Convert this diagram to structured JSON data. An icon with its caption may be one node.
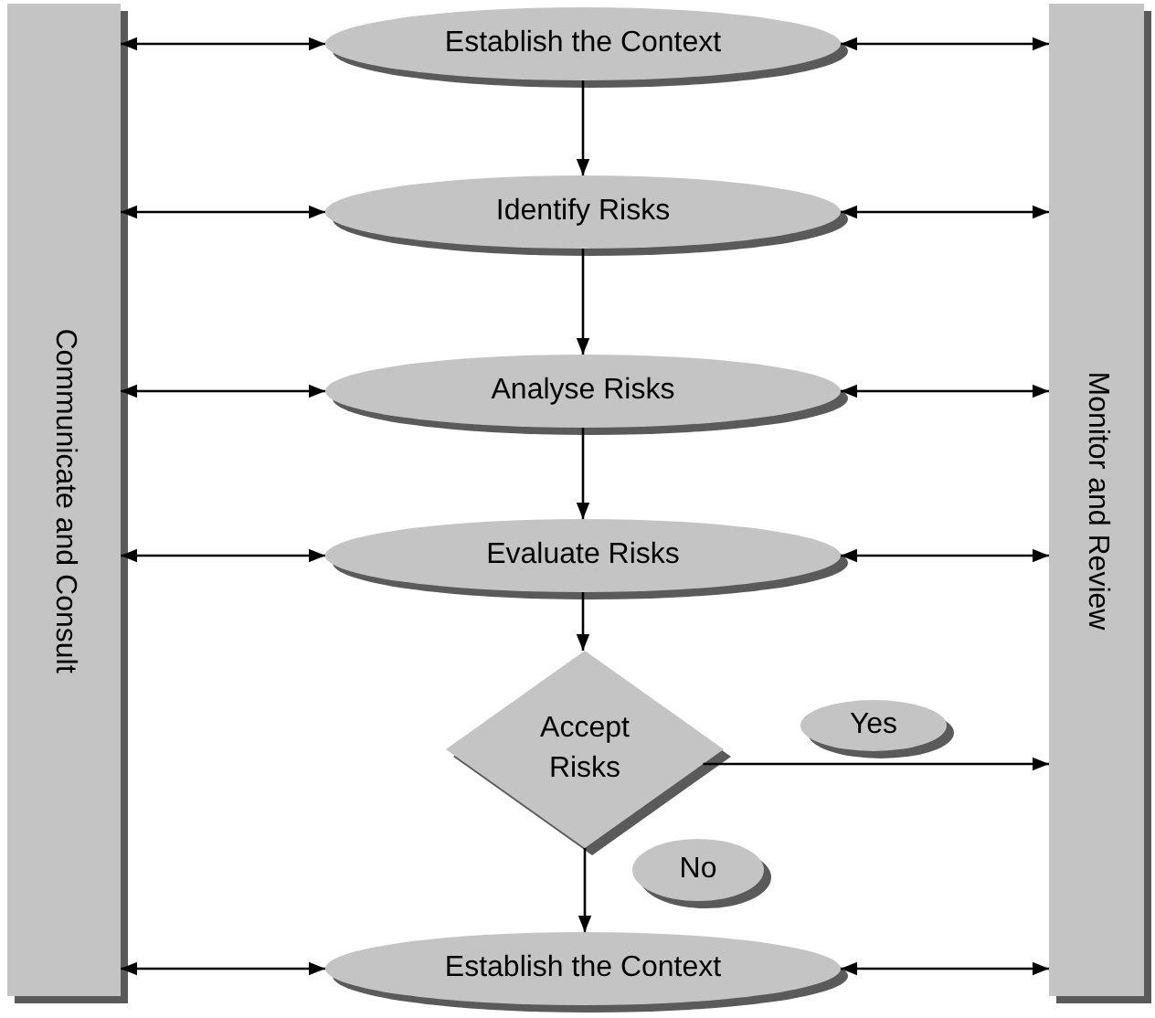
{
  "diagram": {
    "nodes": [
      {
        "text": [
          "Communicate and Consult"
        ]
      },
      {
        "text": [
          "Establish the Context"
        ]
      },
      {
        "text": [
          "Identify Risks"
        ]
      },
      {
        "text": [
          "Analyse Risks"
        ]
      },
      {
        "text": [
          "Evaluate Risks"
        ]
      },
      {
        "text": [
          "Accept Risks"
        ]
      },
      {
        "text": [
          "Yes"
        ]
      },
      {
        "text": [
          "No"
        ]
      },
      {
        "text": [
          "Establish the Context"
        ]
      },
      {
        "text": [
          "Monitor and Review"
        ]
      }
    ],
    "edges": [
      {
        "from": 0,
        "to": 1,
        "arrow": "both"
      },
      {
        "from": 1,
        "to": 9,
        "arrow": "both"
      },
      {
        "from": 1,
        "to": 2,
        "arrow": "to"
      },
      {
        "from": 0,
        "to": 2,
        "arrow": "both"
      },
      {
        "from": 2,
        "to": 9,
        "arrow": "both"
      },
      {
        "from": 2,
        "to": 3,
        "arrow": "to"
      },
      {
        "from": 0,
        "to": 3,
        "arrow": "both"
      },
      {
        "from": 3,
        "to": 9,
        "arrow": "both"
      },
      {
        "from": 3,
        "to": 4,
        "arrow": "to"
      },
      {
        "from": 0,
        "to": 4,
        "arrow": "both"
      },
      {
        "from": 4,
        "to": 9,
        "arrow": "both"
      },
      {
        "from": 4,
        "to": 5,
        "arrow": "to"
      },
      {
        "from": 5,
        "to": 9,
        "arrow": "to"
      },
      {
        "from": 5,
        "to": 8,
        "arrow": "to"
      },
      {
        "from": 0,
        "to": 8,
        "arrow": "both"
      },
      {
        "from": 8,
        "to": 9,
        "arrow": "both"
      }
    ]
  }
}
